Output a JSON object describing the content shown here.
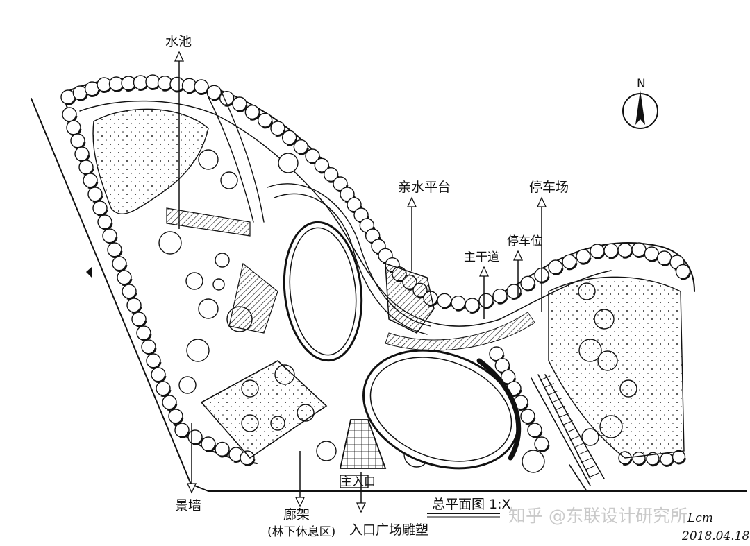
{
  "labels": {
    "pond": "水池",
    "waterside_platform": "亲水平台",
    "parking_lot": "停车场",
    "main_road": "主干道",
    "parking_spot": "停车位",
    "feature_wall": "景墙",
    "pergola": "廊架",
    "pergola_sub": "(林下休息区)",
    "entrance": "主入口",
    "entrance_plaza": "入口广场雕塑"
  },
  "title": "总平面图 1:X",
  "north": "N",
  "watermark": "知乎 @东联设计研究所",
  "date": "2018.04.18",
  "signature": "Lcm"
}
